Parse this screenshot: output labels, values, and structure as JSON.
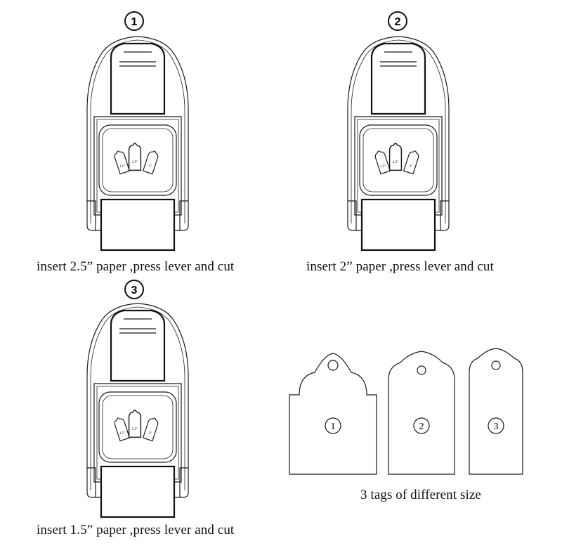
{
  "steps": [
    {
      "num": "1",
      "caption": "insert 2.5”  paper ,press lever and cut",
      "tags": [
        "1.5\"",
        "2.5\"",
        "2\""
      ]
    },
    {
      "num": "2",
      "caption": "insert 2”  paper ,press lever and cut",
      "tags": [
        "1.5\"",
        "2.5\"",
        "2\""
      ]
    },
    {
      "num": "3",
      "caption": "insert 1.5”  paper ,press lever and cut",
      "tags": [
        "1.5\"",
        "2.5\"",
        "2\""
      ]
    }
  ],
  "tags_panel": {
    "numbers": [
      "1",
      "2",
      "3"
    ],
    "caption": "3 tags of different size"
  }
}
